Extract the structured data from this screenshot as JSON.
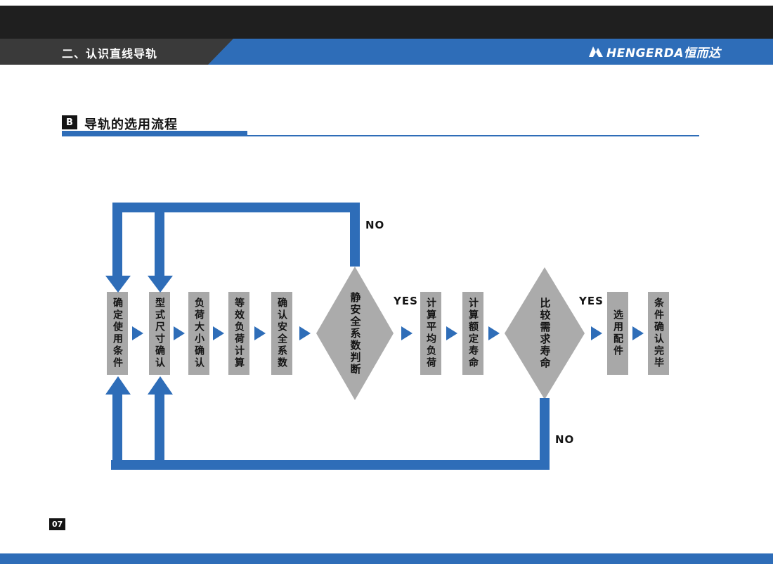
{
  "header": {
    "title": "二、认识直线导轨",
    "logo": "HENGERDA恒而达"
  },
  "section": {
    "badge": "B",
    "title": "导轨的选用流程"
  },
  "flow": {
    "boxes_before": [
      "确定使用条件",
      "型式尺寸确认",
      "负荷大小确认",
      "等效负荷计算",
      "确认安全系数"
    ],
    "diamond1": "静安全系数判断",
    "boxes_mid": [
      "计算平均负荷",
      "计算额定寿命"
    ],
    "diamond2": "比较需求寿命",
    "boxes_after": [
      "选用配件",
      "条件确认完毕"
    ],
    "yes1": "YES",
    "no1": "NO",
    "yes2": "YES",
    "no2": "NO"
  },
  "footer": {
    "page": "07"
  },
  "colors": {
    "blue": "#2e6db8",
    "gray": "#a8a8a8",
    "dark": "#1f1f1f"
  }
}
